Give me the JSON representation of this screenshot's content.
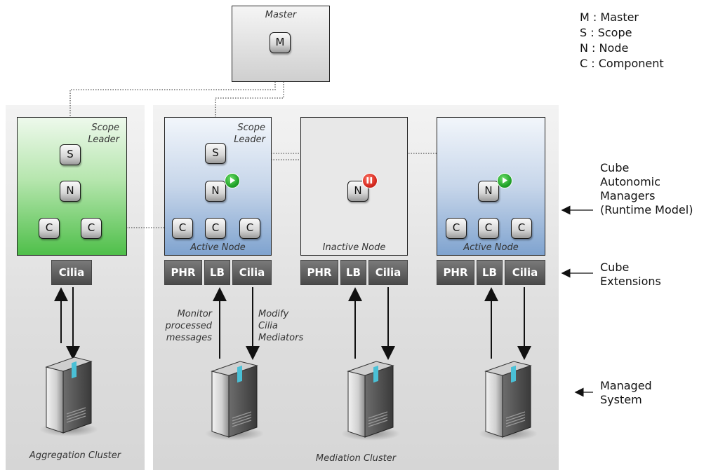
{
  "legend": [
    "M : Master",
    "S : Scope",
    "N : Node",
    "C : Component"
  ],
  "master": {
    "label": "Master",
    "node": "M"
  },
  "clusters": {
    "aggregation": "Aggregation Cluster",
    "mediation": "Mediation Cluster"
  },
  "scope_leader": [
    "Scope",
    "Leader"
  ],
  "nodes": {
    "scope": "S",
    "node": "N",
    "component": "C"
  },
  "node_labels": {
    "active": "Active Node",
    "inactive": "Inactive Node"
  },
  "extensions": {
    "phr": "PHR",
    "lb": "LB",
    "cilia": "Cilia"
  },
  "arrows": {
    "monitor": [
      "Monitor",
      "processed",
      "messages"
    ],
    "modify": [
      "Modify",
      "Cilia",
      "Mediators"
    ]
  },
  "side_labels": {
    "managers": [
      "Cube",
      "Autonomic",
      "Managers",
      "(Runtime Model)"
    ],
    "extensions": [
      "Cube",
      "Extensions"
    ],
    "managed": [
      "Managed",
      "System"
    ]
  },
  "colors": {
    "scope_leader_green": "#4fbf4a",
    "active_blue": "#7fa3cf",
    "inactive_grey": "#e8e8e8",
    "play": "#22a32a",
    "pause": "#d62a20"
  }
}
